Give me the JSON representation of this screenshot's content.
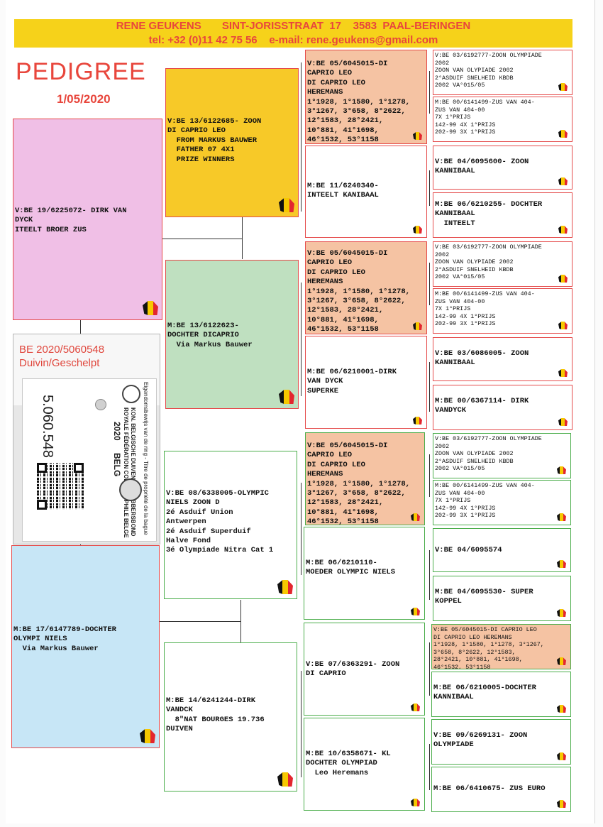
{
  "header": {
    "line1": "RENE GEUKENS       SINT-JORISSTRAAT  17    3583  PAAL-BERINGEN",
    "line2": "tel: +32 (0)11 42 75 56    e-mail: rene.geukens@gmail.com"
  },
  "title": "PEDIGREE",
  "date": "1/05/2020",
  "ring_tag": {
    "ring": "BE 2020/5060548",
    "sex": "Duivin/Geschelpt",
    "number": "5.060.548",
    "federation_line1": "KON. BELGISCHE DUIVENLIEFHEBBERSBOND",
    "federation_line2": "ROYALE FÉDÉRATION COLOMBOPHILE BELGE",
    "property_line": "Eigendomsbewijs van de ring - Titre de propriété de la bague",
    "year": "2020",
    "country": "BELG"
  },
  "pigeons": {
    "g1_father": "V:BE 19/6225072- DIRK VAN\nDYCK\nITEELT BROER ZUS",
    "g1_mother": "M:BE 17/6147789-DOCHTER\nOLYMPI NIELS\n  Via Markus Bauwer",
    "g2_ff": "V:BE 13/6122685- ZOON\nDI CAPRIO LEO\n  FROM MARKUS BAUWER\n  FATHER 07 4X1\n  PRIZE WINNERS",
    "g2_fm": "M:BE 13/6122623-\nDOCHTER DICAPRIO\n  Via Markus Bauwer",
    "g2_mf": "V:BE 08/6338005-OLYMPIC\nNIELS ZOON D\n2é Asduif Union\nAntwerpen\n2é Asduif Superduif\nHalve Fond\n3é Olympiade Nitra Cat 1",
    "g2_mm": "M:BE 14/6241244-DIRK\nVANDCK\n  8\"NAT BOURGES 19.736\nDUIVEN",
    "g3_1": "V:BE 05/6045015-DI\nCAPRIO LEO\nDI CAPRIO LEO\nHEREMANS\n1°1928, 1°1580, 1°1278,\n3°1267, 3°658, 8°2622,\n12°1583, 28°2421,\n10°881, 41°1698,\n46°1532, 53°1158",
    "g3_2": "M:BE 11/6240340-\nINTEELT KANIBAAL",
    "g3_3": "V:BE 05/6045015-DI\nCAPRIO LEO\nDI CAPRIO LEO\nHEREMANS\n1°1928, 1°1580, 1°1278,\n3°1267, 3°658, 8°2622,\n12°1583, 28°2421,\n10°881, 41°1698,\n46°1532, 53°1158",
    "g3_4": "M:BE 06/6210001-DIRK\nVAN DYCK\nSUPERKE",
    "g3_5": "V:BE 05/6045015-DI\nCAPRIO LEO\nDI CAPRIO LEO\nHEREMANS\n1°1928, 1°1580, 1°1278,\n3°1267, 3°658, 8°2622,\n12°1583, 28°2421,\n10°881, 41°1698,\n46°1532, 53°1158",
    "g3_6": "M:BE 06/6210110-\nMOEDER OLYMPIC NIELS",
    "g3_7": "V:BE 07/6363291- ZOON\nDI CAPRIO",
    "g3_8": "M:BE 10/6358671- KL\nDOCHTER OLYMPIAD\n  Leo Heremans",
    "g4_1": "V:BE 03/6192777-ZOON OLYMPIADE\n2002\nZOON VAN OLYPIADE 2002\n2°ASDUIF SNELHEID KBDB\n2002 VA°015/05",
    "g4_2": "M:BE 00/6141499-ZUS VAN 404-\nZUS VAN 404-00\n7X 1°PRIJS\n142-99 4X 1°PRIJS\n202-99 3X 1°PRIJS",
    "g4_3": "V:BE 04/6095600- ZOON\nKANNIBAAL",
    "g4_4": "M:BE 06/6210255- DOCHTER\nKANNIBAAL\n  INTEELT",
    "g4_5": "V:BE 03/6192777-ZOON OLYMPIADE\n2002\nZOON VAN OLYPIADE 2002\n2°ASDUIF SNELHEID KBDB\n2002 VA°015/05",
    "g4_6": "M:BE 00/6141499-ZUS VAN 404-\nZUS VAN 404-00\n7X 1°PRIJS\n142-99 4X 1°PRIJS\n202-99 3X 1°PRIJS",
    "g4_7": "V:BE 03/6086005- ZOON\nKANNIBAAL",
    "g4_8": "M:BE 00/6367114- DIRK\nVANDYCK",
    "g4_9": "V:BE 03/6192777-ZOON OLYMPIADE\n2002\nZOON VAN OLYPIADE 2002\n2°ASDUIF SNELHEID KBDB\n2002 VA°015/05",
    "g4_10": "M:BE 00/6141499-ZUS VAN 404-\nZUS VAN 404-00\n7X 1°PRIJS\n142-99 4X 1°PRIJS\n202-99 3X 1°PRIJS",
    "g4_11": "V:BE 04/6095574",
    "g4_12": "M:BE 04/6095530- SUPER\nKOPPEL",
    "g4_13": "V:BE 05/6045015-DI CAPRIO LEO\nDI CAPRIO LEO HEREMANS\n1°1928, 1°1580, 1°1278, 3°1267,\n3°658, 8°2622, 12°1583,\n28°2421, 10°881, 41°1698,\n46°1532, 53°1158",
    "g4_14": "M:BE 06/6210005-DOCHTER\nKANNIBAAL",
    "g4_15": "V:BE 09/6269131- ZOON\nOLYMPIADE",
    "g4_16": "M:BE 06/6410675- ZUS EURO"
  }
}
